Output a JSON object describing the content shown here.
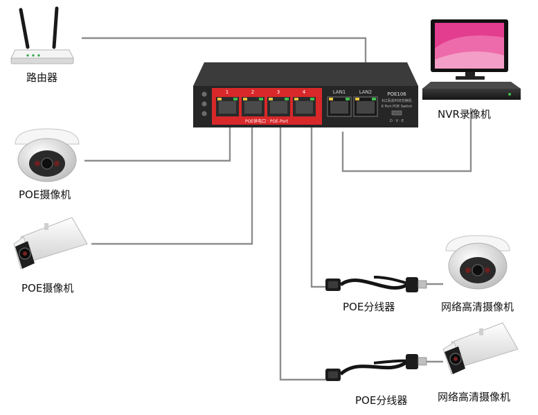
{
  "labels": {
    "router": "路由器",
    "nvr": "NVR录像机",
    "poe_camera_dome": "POE摄像机",
    "poe_camera_bullet": "POE摄像机",
    "splitter_1": "POE分线器",
    "splitter_2": "POE分线器",
    "hd_camera_dome": "网络高清摄像机",
    "hd_camera_bullet": "网络高清摄像机"
  },
  "switch": {
    "model": "POE106",
    "desc_line1": "6口百兆POE交换机",
    "desc_line2": "6 Port POE Switch",
    "port_1": "1",
    "port_2": "2",
    "port_3": "3",
    "port_4": "4",
    "uplink_1": "LAN1",
    "uplink_2": "LAN2",
    "poe_label": "POE供电口 · POE-Port",
    "switch_legend": "D · V · E",
    "poe_color": "#d8282a",
    "body_color": "#262626"
  },
  "wire_color": "#8d8d8d"
}
